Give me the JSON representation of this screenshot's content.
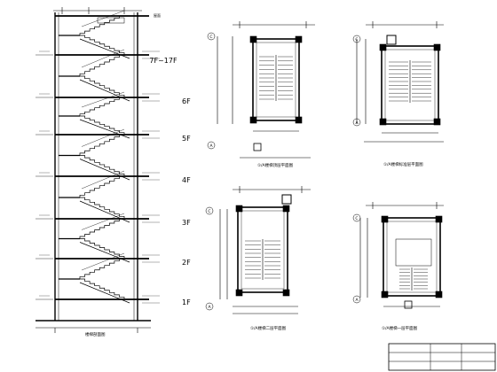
{
  "section": {
    "floor_labels": [
      "7F~17F",
      "6F",
      "5F",
      "4F",
      "3F",
      "2F",
      "1F"
    ],
    "top_note": "屋面",
    "bottom_caption": "楼梯剖面图"
  },
  "plans": [
    {
      "caption": "①/A楼梯顶层平面图",
      "axis_top": "C",
      "axis_bottom": "A"
    },
    {
      "caption": "①/A楼梯标准层平面图",
      "axis_top": "C",
      "axis_bottom": "A"
    },
    {
      "caption": "①/A楼梯二层平面图",
      "axis_top": "C",
      "axis_bottom": "A"
    },
    {
      "caption": "①/A楼梯一层平面图",
      "axis_top": "C",
      "axis_bottom": "A"
    }
  ],
  "title_block": {
    "line1": "",
    "line2": ""
  }
}
